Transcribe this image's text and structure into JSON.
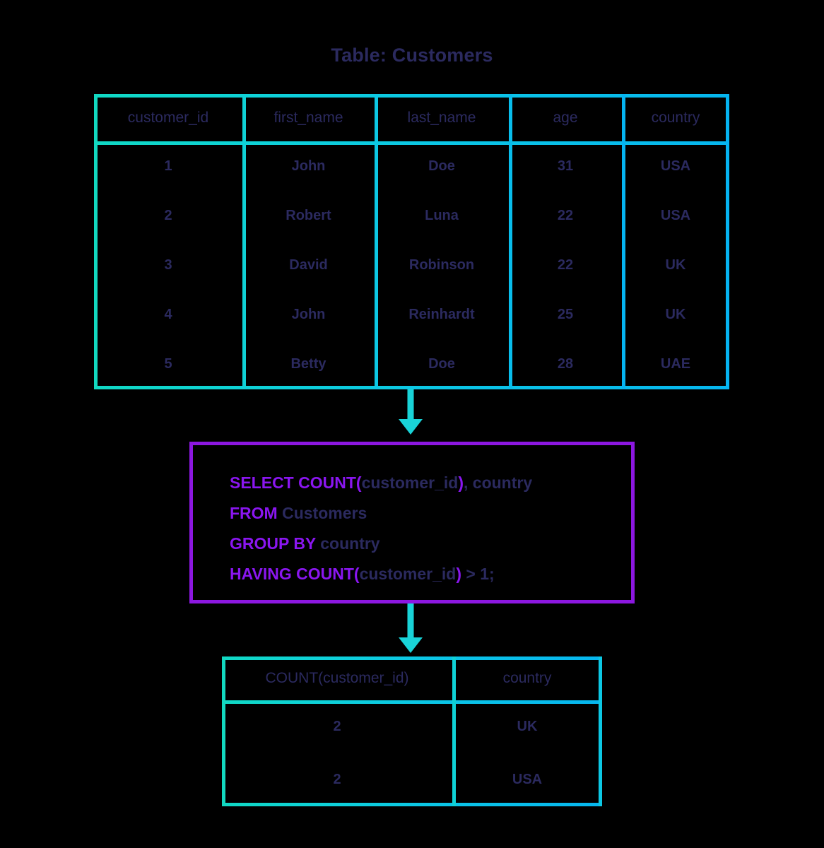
{
  "title": "Table: Customers",
  "colors": {
    "background": "#000000",
    "table_border_start": "#10d9c4",
    "table_border_end": "#05b4f2",
    "arrow": "#19d3d8",
    "sql_box_border": "#8c17e0",
    "sql_keyword": "#8a16f0",
    "text_navy": "#2b2a5f"
  },
  "customers_table": {
    "columns": [
      "customer_id",
      "first_name",
      "last_name",
      "age",
      "country"
    ],
    "rows": [
      [
        "1",
        "John",
        "Doe",
        "31",
        "USA"
      ],
      [
        "2",
        "Robert",
        "Luna",
        "22",
        "USA"
      ],
      [
        "3",
        "David",
        "Robinson",
        "22",
        "UK"
      ],
      [
        "4",
        "John",
        "Reinhardt",
        "25",
        "UK"
      ],
      [
        "5",
        "Betty",
        "Doe",
        "28",
        "UAE"
      ]
    ]
  },
  "sql_query": {
    "lines": [
      [
        {
          "text": "SELECT COUNT(",
          "type": "keyword"
        },
        {
          "text": "customer_id",
          "type": "identifier"
        },
        {
          "text": ")",
          "type": "keyword"
        },
        {
          "text": ", country",
          "type": "identifier"
        }
      ],
      [
        {
          "text": "FROM ",
          "type": "keyword"
        },
        {
          "text": "Customers",
          "type": "identifier"
        }
      ],
      [
        {
          "text": "GROUP BY ",
          "type": "keyword"
        },
        {
          "text": "country",
          "type": "identifier"
        }
      ],
      [
        {
          "text": "HAVING COUNT(",
          "type": "keyword"
        },
        {
          "text": "customer_id",
          "type": "identifier"
        },
        {
          "text": ")",
          "type": "keyword"
        },
        {
          "text": " > 1;",
          "type": "identifier"
        }
      ]
    ],
    "plain_text": "SELECT COUNT(customer_id), country FROM Customers GROUP BY country HAVING COUNT(customer_id) > 1;"
  },
  "result_table": {
    "columns": [
      "COUNT(customer_id)",
      "country"
    ],
    "rows": [
      [
        "2",
        "UK"
      ],
      [
        "2",
        "USA"
      ]
    ]
  },
  "arrows": [
    {
      "name": "arrow-table-to-query",
      "direction": "down"
    },
    {
      "name": "arrow-query-to-result",
      "direction": "down"
    }
  ]
}
